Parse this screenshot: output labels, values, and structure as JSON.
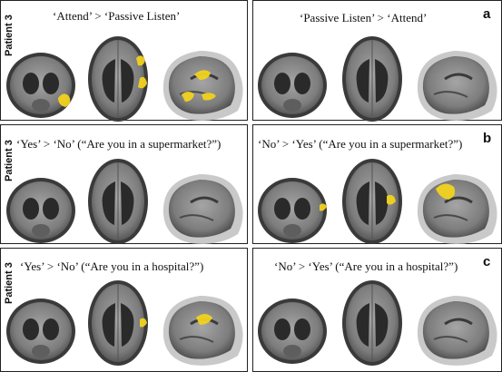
{
  "rows": [
    {
      "patient_label": "Patient 3",
      "left_title": "‘Attend’ > ‘Passive Listen’",
      "right_title": "‘Passive Listen’ > ‘Attend’",
      "letter": "a"
    },
    {
      "patient_label": "Patient 3",
      "left_title": "‘Yes’ > ‘No’ (“Are you in a supermarket?”)",
      "right_title": "‘No’ > ‘Yes’ (“Are you in a supermarket?”)",
      "letter": "b"
    },
    {
      "patient_label": "Patient 3",
      "left_title": "‘Yes’ > ‘No’ (“Are you in a hospital?”)",
      "right_title": "‘No’ > ‘Yes’ (“Are you in a hospital?”)",
      "letter": "c"
    }
  ],
  "colors": {
    "activation": "#f2d21c",
    "brain_tissue": "#8c8c8c",
    "background": "#ffffff"
  }
}
